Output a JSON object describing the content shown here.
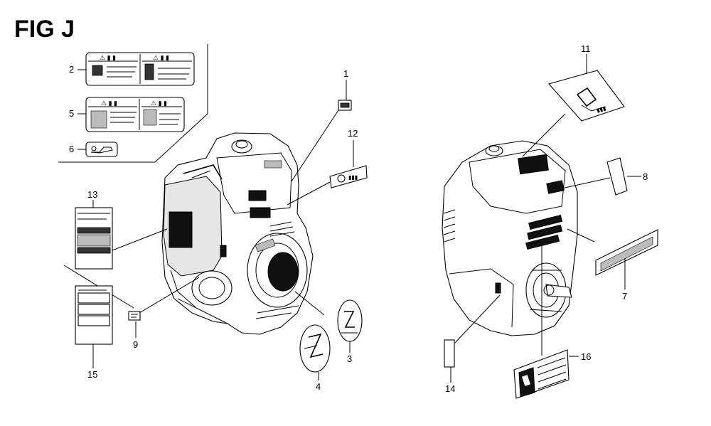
{
  "figure": {
    "title": "FIG J"
  },
  "callouts": [
    {
      "id": "c1",
      "label": "1"
    },
    {
      "id": "c2",
      "label": "2"
    },
    {
      "id": "c3",
      "label": "3"
    },
    {
      "id": "c4",
      "label": "4"
    },
    {
      "id": "c5",
      "label": "5"
    },
    {
      "id": "c6",
      "label": "6"
    },
    {
      "id": "c7",
      "label": "7"
    },
    {
      "id": "c8",
      "label": "8"
    },
    {
      "id": "c9",
      "label": "9"
    },
    {
      "id": "c11",
      "label": "11"
    },
    {
      "id": "c12",
      "label": "12"
    },
    {
      "id": "c13",
      "label": "13"
    },
    {
      "id": "c14",
      "label": "14"
    },
    {
      "id": "c15",
      "label": "15"
    },
    {
      "id": "c16",
      "label": "16"
    }
  ]
}
